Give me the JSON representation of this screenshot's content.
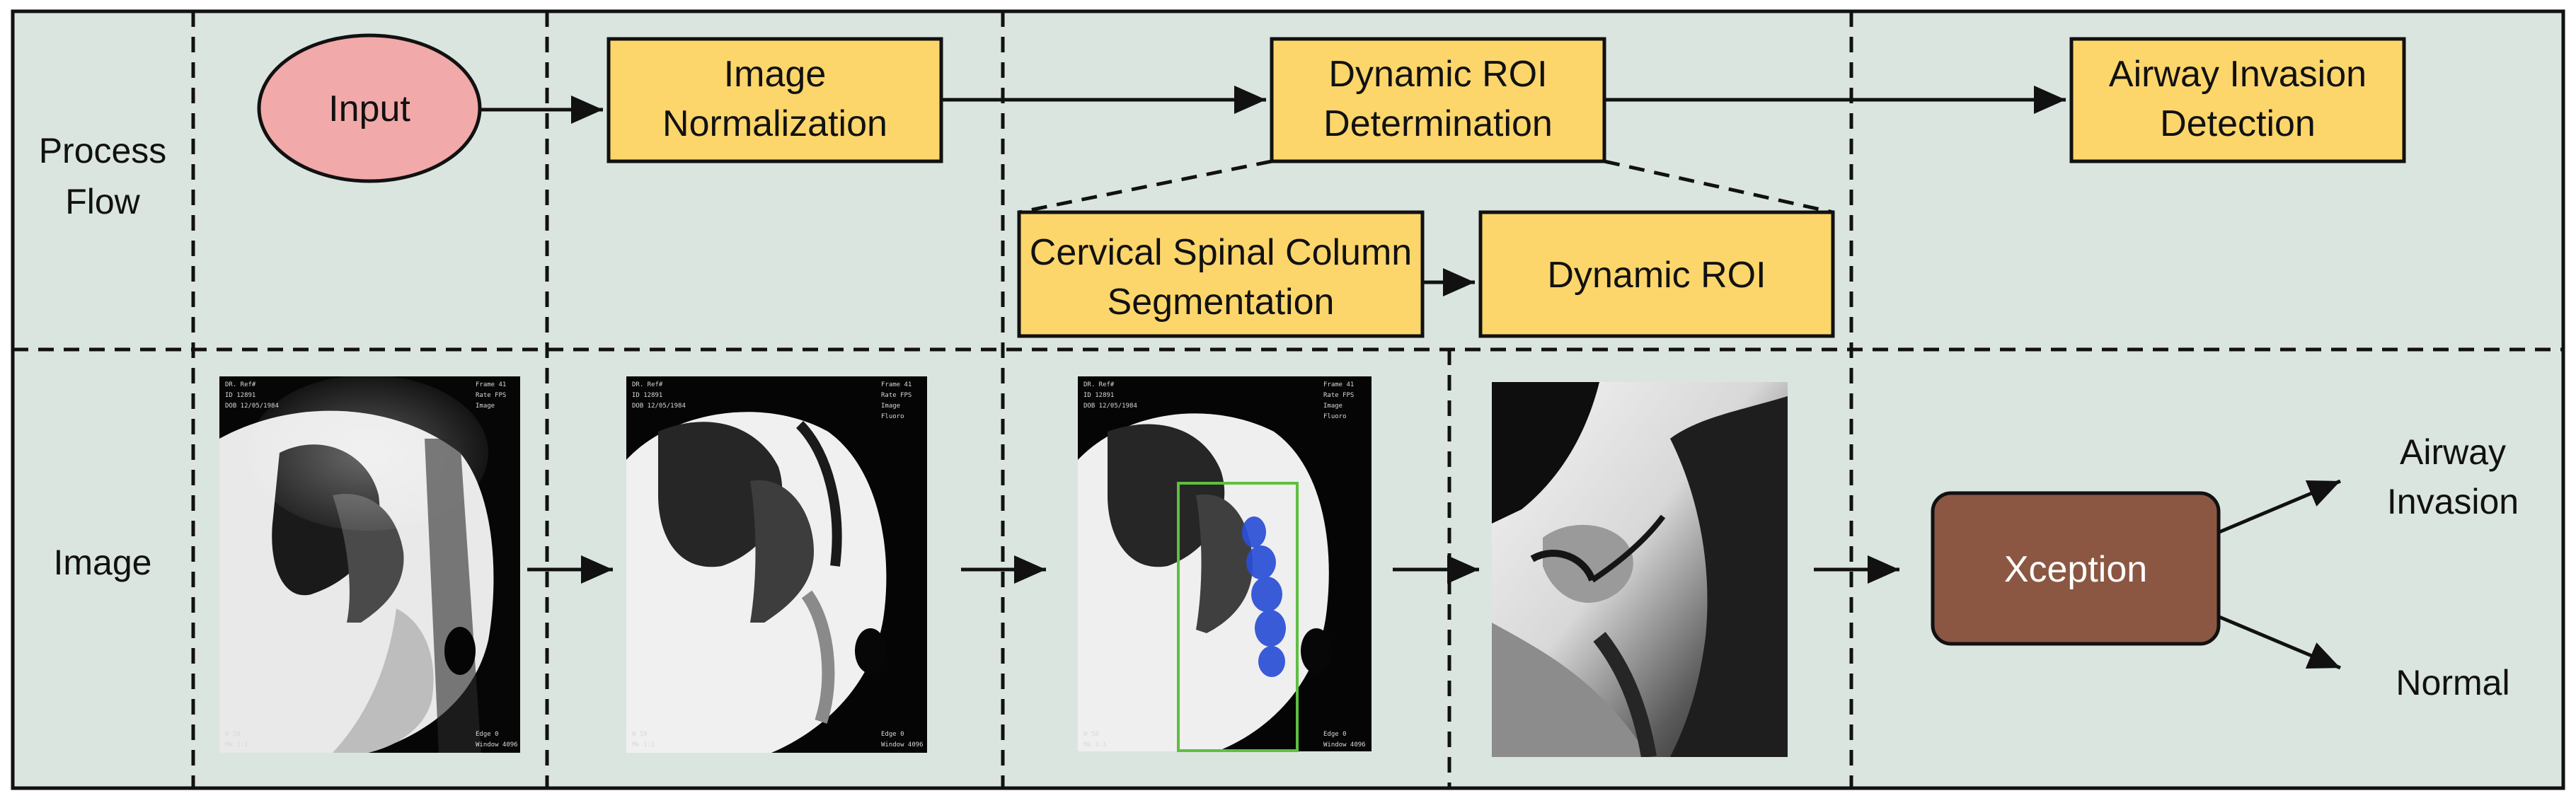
{
  "colors": {
    "background": "#dbe5df",
    "step_box_fill": "#fdd66b",
    "input_fill": "#f2a9a9",
    "model_fill": "#8b5742",
    "roi_box": "#5fbf3f",
    "spine_overlay": "#2a4fd6"
  },
  "rows": {
    "process_flow": [
      "Process",
      "Flow"
    ],
    "image": "Image"
  },
  "flow": {
    "input": "Input",
    "normalization": [
      "Image",
      "Normalization"
    ],
    "roi_determination": [
      "Dynamic ROI",
      "Determination"
    ],
    "invasion_detection": [
      "Airway Invasion",
      "Detection"
    ],
    "spine_segmentation": [
      "Cervical Spinal Column",
      "Segmentation"
    ],
    "dynamic_roi": "Dynamic ROI"
  },
  "images": {
    "raw": [
      "DR. Ref#",
      "ID 12891",
      "DOB 12/05/1984",
      "Frame 41",
      "Rate FPS",
      "Image",
      "Edge 0",
      "Window 4096",
      "W 58",
      "Mk 1:1"
    ],
    "normalized": [
      "DR. Ref#",
      "ID 12891",
      "DOB 12/05/1984",
      "Frame 41",
      "Rate FPS",
      "Image",
      "Fluoro",
      "Edge 0",
      "Window 4096",
      "W 58",
      "Mk 1:1"
    ],
    "segmented": [
      "DR. Ref#",
      "ID 12891",
      "DOB 12/05/1984",
      "Frame 41",
      "Rate FPS",
      "Image",
      "Fluoro",
      "Edge 0",
      "Window 4096",
      "W 58",
      "Mk 1:1"
    ]
  },
  "classifier": {
    "model": "Xception",
    "output_invasion": [
      "Airway",
      "Invasion"
    ],
    "output_normal": "Normal"
  }
}
